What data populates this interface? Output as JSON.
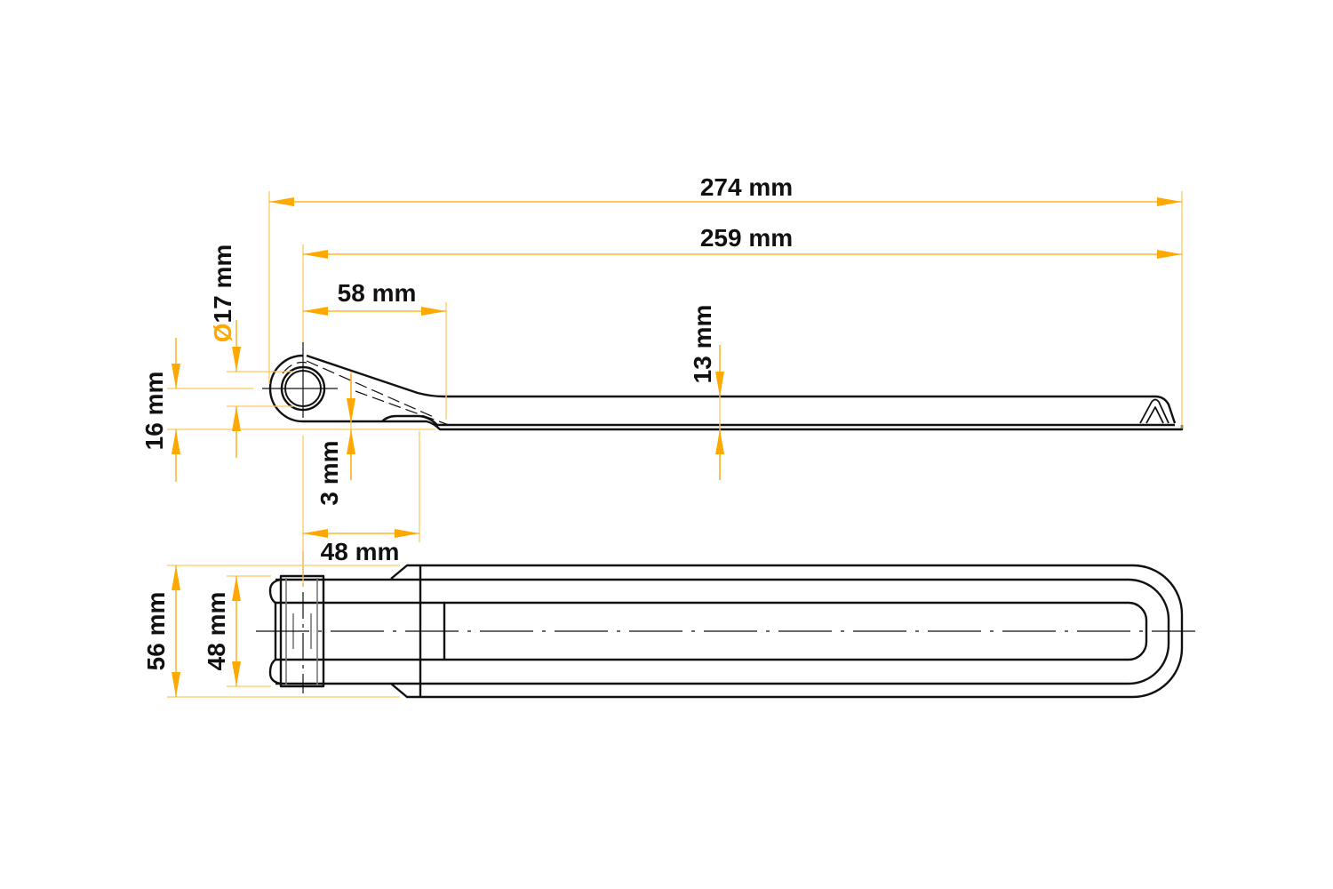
{
  "colors": {
    "dimension": "#ffa800",
    "part": "#111111"
  },
  "dimensions": {
    "overall_length": "274 mm",
    "pin_to_tip_length": "259 mm",
    "taper_length": "58 mm",
    "diameter_symbol": "Ø",
    "pin_diameter": "17 mm",
    "eye_height": "16 mm",
    "plate_offset": "3 mm",
    "bar_height": "13 mm",
    "step_length": "48 mm",
    "outer_width": "56 mm",
    "pin_width": "48 mm"
  }
}
